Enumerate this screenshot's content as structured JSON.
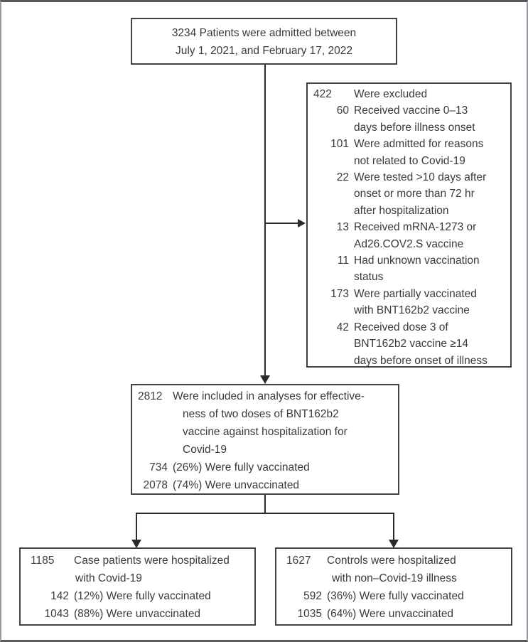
{
  "figure": {
    "background_color": "#ffffff",
    "frame_color": "#58595b",
    "box_border_color": "#414141",
    "text_color": "#3a3a3a",
    "connector_color": "#2b2b2b"
  },
  "boxes": {
    "admitted": {
      "lines": [
        "3234 Patients were admitted between",
        "July 1, 2021, and February 17, 2022"
      ]
    },
    "excluded": {
      "lines": [
        {
          "n": "422",
          "t": "Were excluded"
        },
        {
          "n": "60",
          "t": "Received vaccine 0–13"
        },
        {
          "t": "days before illness onset"
        },
        {
          "n": "101",
          "t": "Were admitted for reasons"
        },
        {
          "t": "not related to Covid-19"
        },
        {
          "n": "22",
          "t": "Were tested >10 days after"
        },
        {
          "t": "onset or more than 72 hr"
        },
        {
          "t": "after hospitalization"
        },
        {
          "n": "13",
          "t": "Received mRNA-1273 or"
        },
        {
          "t": "Ad26.COV2.S vaccine"
        },
        {
          "n": "11",
          "t": "Had unknown vaccination"
        },
        {
          "t": "status"
        },
        {
          "n": "173",
          "t": "Were partially vaccinated"
        },
        {
          "t": "with BNT162b2 vaccine"
        },
        {
          "n": "42",
          "t": "Received dose 3 of"
        },
        {
          "t": "BNT162b2 vaccine ≥14"
        },
        {
          "t": "days before onset of illness"
        }
      ]
    },
    "included": {
      "lines": [
        {
          "n": "2812",
          "t": "Were included in analyses for effective-"
        },
        {
          "t": "ness of two doses of BNT162b2"
        },
        {
          "t": "vaccine against hospitalization for"
        },
        {
          "t": "Covid-19"
        },
        {
          "n": "734",
          "t": "(26%) Were fully vaccinated"
        },
        {
          "n": "2078",
          "t": "(74%) Were unvaccinated"
        }
      ]
    },
    "cases": {
      "lines": [
        {
          "n": "1185",
          "t": "Case patients were hospitalized"
        },
        {
          "t": "with Covid-19"
        },
        {
          "n": "142",
          "t": "(12%) Were fully vaccinated"
        },
        {
          "n": "1043",
          "t": "(88%) Were unvaccinated"
        }
      ]
    },
    "controls": {
      "lines": [
        {
          "n": "1627",
          "t": "Controls were hospitalized"
        },
        {
          "t": "with non–Covid-19 illness"
        },
        {
          "n": "592",
          "t": "(36%) Were fully vaccinated"
        },
        {
          "n": "1035",
          "t": "(64%) Were unvaccinated"
        }
      ]
    }
  }
}
